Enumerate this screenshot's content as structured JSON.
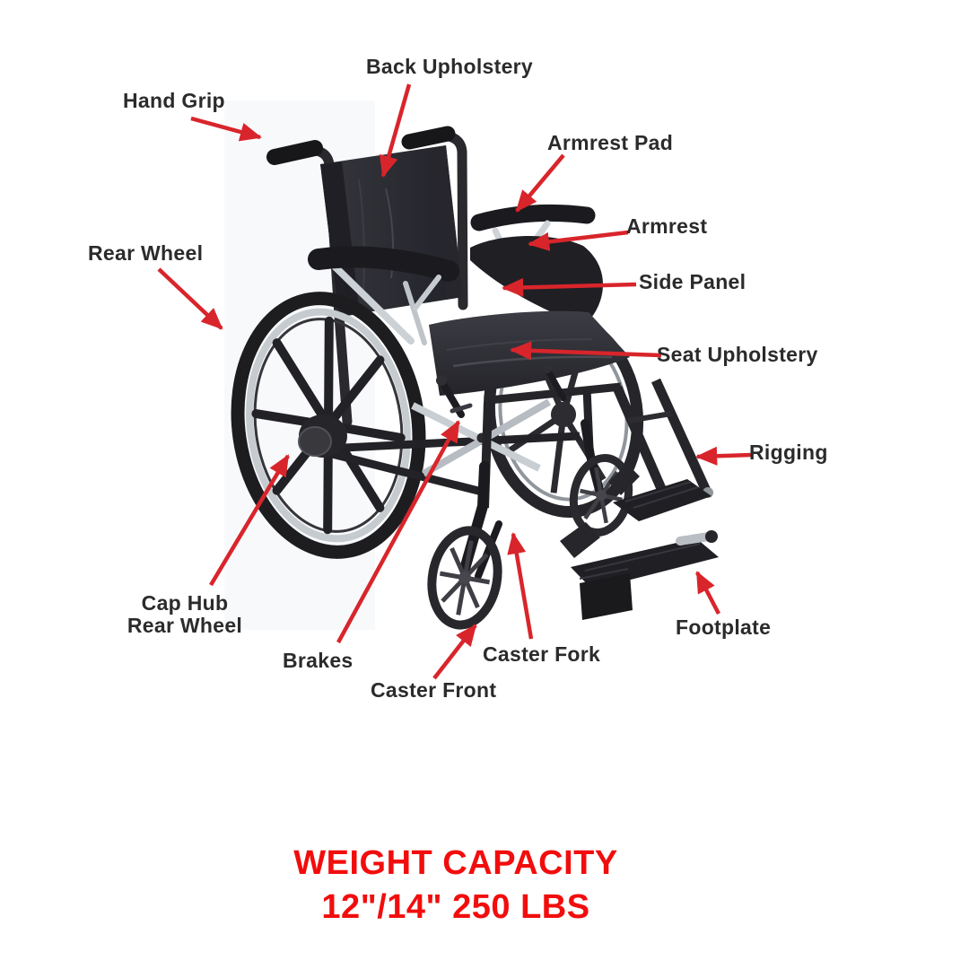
{
  "diagram": {
    "title_implicit": "Wheelchair parts diagram",
    "labels": {
      "hand_grip": "Hand Grip",
      "back_upholstery": "Back Upholstery",
      "armrest_pad": "Armrest Pad",
      "armrest": "Armrest",
      "side_panel": "Side Panel",
      "rear_wheel": "Rear Wheel",
      "seat_upholstery": "Seat Upholstery",
      "rigging": "Rigging",
      "cap_hub_line1": "Cap Hub",
      "cap_hub_line2": "Rear Wheel",
      "brakes": "Brakes",
      "caster_front": "Caster Front",
      "caster_fork": "Caster Fork",
      "footplate": "Footplate"
    },
    "caption": {
      "line1": "WEIGHT CAPACITY",
      "line2": "12\"/14\" 250 LBS"
    },
    "colors": {
      "arrow": "#d8252b",
      "label_text": "#2b2b2b",
      "caption_text": "#f20d0d",
      "background": "#ffffff"
    }
  }
}
